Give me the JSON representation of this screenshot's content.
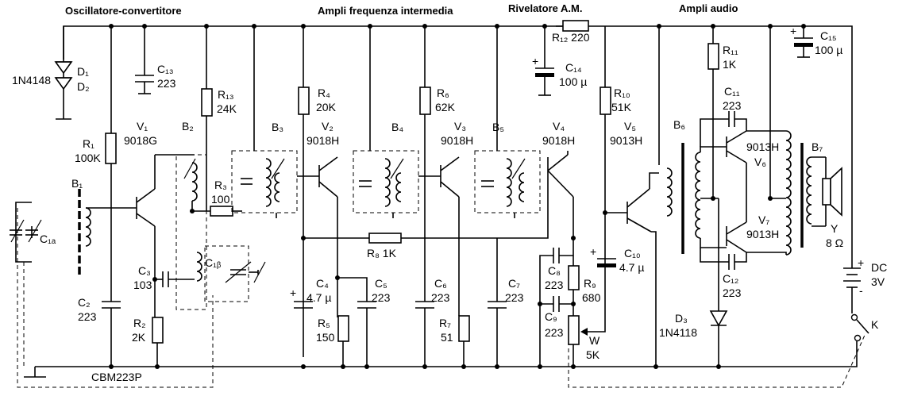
{
  "sections": {
    "oscillator": "Oscillatore-convertitore",
    "if_amp": "Ampli frequenza intermedia",
    "detector": "Rivelatore A.M.",
    "audio_amp": "Ampli audio"
  },
  "components": {
    "D1_ref": "D₁",
    "D2_ref": "D₂",
    "D_type": "1N4148",
    "R1": [
      "R₁",
      "100K"
    ],
    "C13": [
      "C₁₃",
      "223"
    ],
    "V1": [
      "V₁",
      "9018G"
    ],
    "B1": "B₁",
    "B2": "B₂",
    "R13": [
      "R₁₃",
      "24K"
    ],
    "B3": "B₃",
    "R3": [
      "R₃",
      "100"
    ],
    "R4": [
      "R₄",
      "20K"
    ],
    "V2": [
      "V₂",
      "9018H"
    ],
    "B4": "B₄",
    "R6": [
      "R₆",
      "62K"
    ],
    "V3": [
      "V₃",
      "9018H"
    ],
    "B5": "B₅",
    "V4": [
      "V₄",
      "9018H"
    ],
    "C14": [
      "C₁₄",
      "100 µ"
    ],
    "R12": "R₁₂ 220",
    "R10": [
      "R₁₀",
      "51K"
    ],
    "V5": [
      "V₅",
      "9013H"
    ],
    "R11": [
      "R₁₁",
      "1K"
    ],
    "C15": [
      "C₁₅",
      "100 µ"
    ],
    "C11": [
      "C₁₁",
      "223"
    ],
    "B6": "B₆",
    "B7": "B₇",
    "V6": [
      "9013H",
      "V₆"
    ],
    "V7": [
      "V₇",
      "9013H"
    ],
    "C12": [
      "C₁₂",
      "223"
    ],
    "D3": [
      "D₃",
      "1N4118"
    ],
    "Y": [
      "Y",
      "8 Ω"
    ],
    "DC": [
      "DC",
      "3V"
    ],
    "K": "K",
    "C1a": "C₁ₐ",
    "C1b": "C₁ᵦ",
    "C2": [
      "C₂",
      "223"
    ],
    "C3": [
      "C₃",
      "103"
    ],
    "R2": [
      "R₂",
      "2K"
    ],
    "R8": "R₈  1K",
    "C4": [
      "C₄",
      "4.7 µ"
    ],
    "C5": [
      "C₅",
      "223"
    ],
    "R5": [
      "R₅",
      "150"
    ],
    "C6": [
      "C₆",
      "223"
    ],
    "R7": [
      "R₇",
      "51"
    ],
    "C7": [
      "C₇",
      "223"
    ],
    "C8": [
      "C₈",
      "223"
    ],
    "C9": [
      "C₉",
      "223"
    ],
    "R9": [
      "R₉",
      "680"
    ],
    "W": [
      "W",
      "5K"
    ],
    "C10": [
      "C₁₀",
      "4.7 µ"
    ],
    "tuner": "CBM223P",
    "polarity_plus": "+",
    "polarity_minus": "-"
  }
}
